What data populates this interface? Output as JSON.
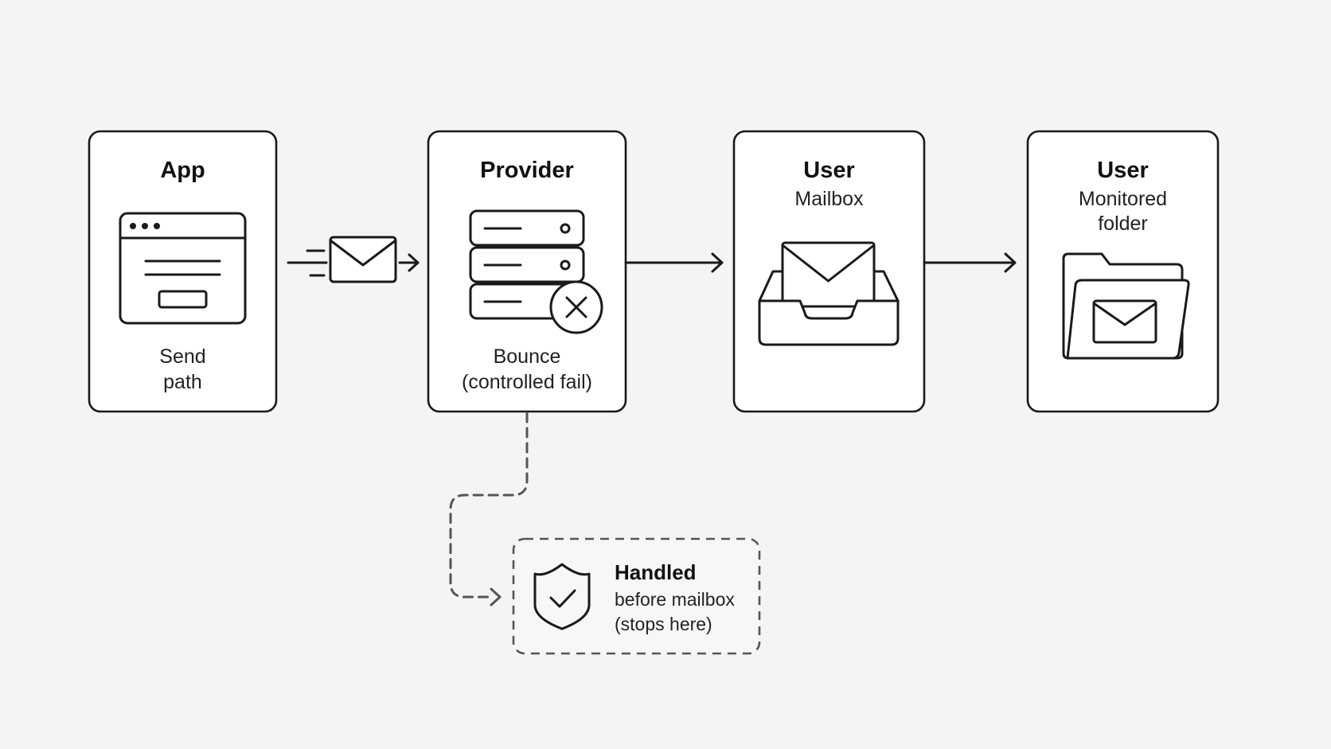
{
  "nodes": {
    "app": {
      "title": "App",
      "line1": "Send",
      "line2": "path",
      "icon": "browser-window-icon"
    },
    "provider": {
      "title": "Provider",
      "line1": "Bounce",
      "line2": "(controlled fail)",
      "icon": "server-stack-error-icon"
    },
    "mailbox": {
      "title": "User",
      "line1": "Mailbox",
      "icon": "inbox-tray-icon"
    },
    "folder": {
      "title": "User",
      "line1": "Monitored",
      "line2": "folder",
      "icon": "folder-mail-icon"
    },
    "handled": {
      "title": "Handled",
      "line1": "before mailbox",
      "line2": "(stops here)",
      "icon": "shield-check-icon"
    }
  },
  "edges": [
    {
      "from": "app",
      "to": "provider",
      "style": "solid",
      "icon": "moving-envelope-icon"
    },
    {
      "from": "provider",
      "to": "mailbox",
      "style": "solid"
    },
    {
      "from": "mailbox",
      "to": "folder",
      "style": "solid"
    },
    {
      "from": "provider",
      "to": "handled",
      "style": "dashed"
    }
  ]
}
